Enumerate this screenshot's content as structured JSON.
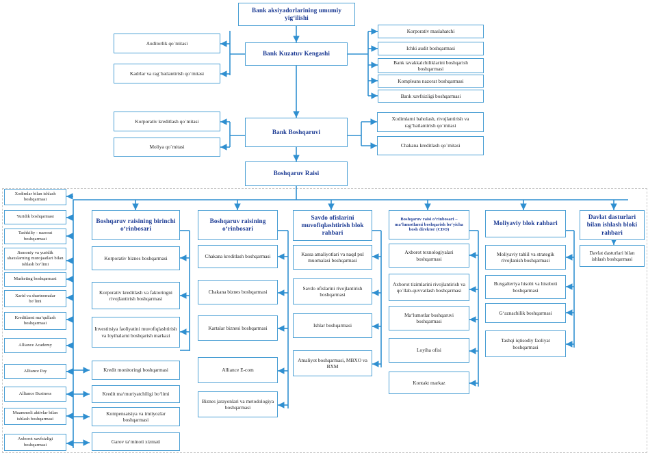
{
  "diagram": {
    "title": "Bank organizational structure chart",
    "accent_color": "#4a9fd4",
    "heading_color": "#1b3a93",
    "text_color": "#1f1f1f"
  },
  "top": {
    "shareholders_meeting": "Bank aksiyadorlarining umumiy yig‘ilishi",
    "supervisory_board": "Bank Kuzatuv Kengashi",
    "management_board": "Bank Boshqaruvi",
    "chairman": "Boshqaruv Raisi"
  },
  "board_left_committees": [
    {
      "label": "Auditorlik qo`mitasi"
    },
    {
      "label": "Kadrlar va rag`batlantirish qo`mitasi"
    }
  ],
  "board_right_units": [
    {
      "label": "Korporativ maslahatchi"
    },
    {
      "label": "Ichki audit boshqarmasi"
    },
    {
      "label": "Bank tavakkalchiliklarini boshqarish boshqarmasi"
    },
    {
      "label": "Kompleans nazorat boshqarmasi"
    },
    {
      "label": "Bank xavfsizligi boshqarmasi"
    }
  ],
  "management_left_committees": [
    {
      "label": "Korporativ kreditlash qo`mitasi"
    },
    {
      "label": "Moliya qo`mitasi"
    }
  ],
  "management_right_committees": [
    {
      "label": "Xodimlarni baholash, rivojlantirish va rag‘batlantirish qo`mitasi"
    },
    {
      "label": "Chakana kreditlash qo`mitasi"
    }
  ],
  "columns": [
    {
      "id": "direct-subordinates",
      "header": null,
      "items": [
        {
          "label": "Xodimlar bilan ishlash boshqarmasi"
        },
        {
          "label": "Yuridik boshqarmasi"
        },
        {
          "label": "Tashkiliy - nazorat boshqarmasi"
        },
        {
          "label": "Jismoniy va yuridik shaxslarning murojaatlari bilan ishlash bo‘limi"
        },
        {
          "label": "Marketing boshqarmasi"
        },
        {
          "label": "Xarid va shartnomalar",
          "sub": "bo‘limi"
        },
        {
          "label": "Kreditlarni ma‘qullash boshqarmasi"
        },
        {
          "label": "Alliance Academy"
        },
        {
          "label": "Alliance Pay"
        },
        {
          "label": "Alliance Business"
        },
        {
          "label": "Muammoli aktivlar bilan ishlash boshqarmasi"
        },
        {
          "label": "Axborot xavfsizligi boshqarmasi"
        }
      ]
    },
    {
      "id": "first-deputy-chairman",
      "header": "Boshqaruv raisining birinchi o‘rinbosari",
      "items": [
        {
          "label": "Korporativ biznes boshqarmasi"
        },
        {
          "label": "Korporativ kreditlash va faktoringni rivojlantirish boshqarmasi"
        },
        {
          "label": "Investitsiya faoliyatini muvofiqlashtirish va loyihalarni boshqarish markazi"
        },
        {
          "label": "Kredit monitoringi boshqarmasi"
        },
        {
          "label": "Kredit ma‘muriyatchiligi bo‘limi"
        },
        {
          "label": "Kompensatsiya va imtiyozlar boshqarmasi"
        },
        {
          "label": "Garov ta‘minoti xizmati"
        }
      ]
    },
    {
      "id": "deputy-chairman",
      "header": "Boshqaruv raisining o‘rinbosari",
      "items": [
        {
          "label": "Chakana kreditlash boshqarmasi"
        },
        {
          "label": "Chakana biznes boshqarmasi"
        },
        {
          "label": "Kartalar biznesi boshqarmasi"
        },
        {
          "label": "Alliance E-com"
        },
        {
          "label": "Biznes jarayonlari va metodologiya boshqarmasi"
        }
      ]
    },
    {
      "id": "sales-offices-block-head",
      "header": "Savdo ofislarini muvofiqlashtirish blok rahbari",
      "items": [
        {
          "label": "Kassa amaliyotlari va naqd pul muomalasi boshqarmasi"
        },
        {
          "label": "Savdo ofislarini rivojlantirish boshqarmasi"
        },
        {
          "label": "Ishlar boshqarmasi"
        },
        {
          "label": "Amaliyot boshqarmasi, MBXO va BXM"
        }
      ]
    },
    {
      "id": "cdo",
      "header": "Boshqaruv raisi o‘rinbosari – ma‘lumotlarni boshqarish bo‘yicha bosh direktor (CDO)",
      "items": [
        {
          "label": "Axborot texnologiyalari boshqarmasi"
        },
        {
          "label": "Axborot tizimlarini rivojlantirish va qo`llab-quvvatlash boshqarmasi"
        },
        {
          "label": "Ma‘lumotlar boshqaruvi boshqarmasi"
        },
        {
          "label": "Loyiha ofisi"
        },
        {
          "label": "Kontakt markaz"
        }
      ]
    },
    {
      "id": "financial-block-head",
      "header": "Moliyaviy blok rahbari",
      "items": [
        {
          "label": "Moliyaviy tahlil va strategik rivojlanish boshqarmasi"
        },
        {
          "label": "Buxgalteriya hisobi va hisoboti boshqarmasi"
        },
        {
          "label": "G‘aznachilik boshqarmasi"
        },
        {
          "label": "Tashqi iqtisodiy faoliyat boshqarmasi"
        }
      ]
    },
    {
      "id": "state-programs-block-head",
      "header": "Davlat dasturlari bilan ishlash bloki rahbari",
      "items": [
        {
          "label": "Davlat dasturlari bilan ishlash boshqarmasi"
        }
      ]
    }
  ]
}
